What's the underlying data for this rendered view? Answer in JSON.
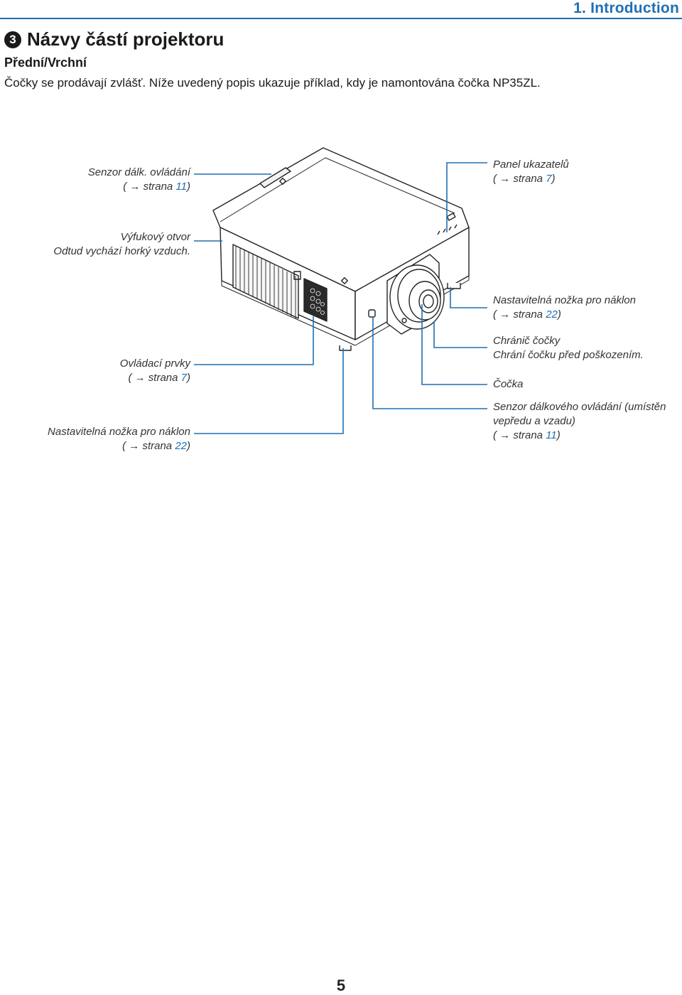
{
  "header": {
    "chapter": "1. Introduction"
  },
  "section": {
    "number": "3",
    "title": "Názvy částí projektoru",
    "subtitle": "Přední/Vrchní",
    "intro": "Čočky se prodávají zvlášť. Níže uvedený popis ukazuje příklad, kdy je namontována čočka NP35ZL."
  },
  "callouts": {
    "remote_sensor_top": {
      "title": "Senzor dálk. ovládání",
      "ref_prefix": "( → strana ",
      "ref_page": "11",
      "ref_suffix": ")"
    },
    "exhaust": {
      "title": "Výfukový otvor",
      "desc": "Odtud vychází horký vzduch."
    },
    "controls": {
      "title": "Ovládací prvky",
      "ref_prefix": "( → strana ",
      "ref_page": "7",
      "ref_suffix": ")"
    },
    "tilt_foot_left": {
      "title": "Nastavitelná nožka pro náklon",
      "ref_prefix": "( → strana ",
      "ref_page": "22",
      "ref_suffix": ")"
    },
    "indicator_panel": {
      "title": "Panel ukazatelů",
      "ref_prefix": "( → strana ",
      "ref_page": "7",
      "ref_suffix": ")"
    },
    "tilt_foot_right": {
      "title": "Nastavitelná nožka pro náklon",
      "ref_prefix": "( → strana ",
      "ref_page": "22",
      "ref_suffix": ")"
    },
    "lens_guard": {
      "title": "Chránič čočky",
      "desc": "Chrání čočku před poškozením."
    },
    "lens": {
      "title": "Čočka"
    },
    "remote_sensor_front": {
      "title": "Senzor dálkového ovládání (umístěn",
      "desc": "vepředu a vzadu)",
      "ref_prefix": "( → strana ",
      "ref_page": "11",
      "ref_suffix": ")"
    }
  },
  "colors": {
    "accent": "#1f6fb5",
    "leader_line": "#1f6fb5",
    "text": "#1a1a1a"
  },
  "footer": {
    "page_number": "5"
  }
}
